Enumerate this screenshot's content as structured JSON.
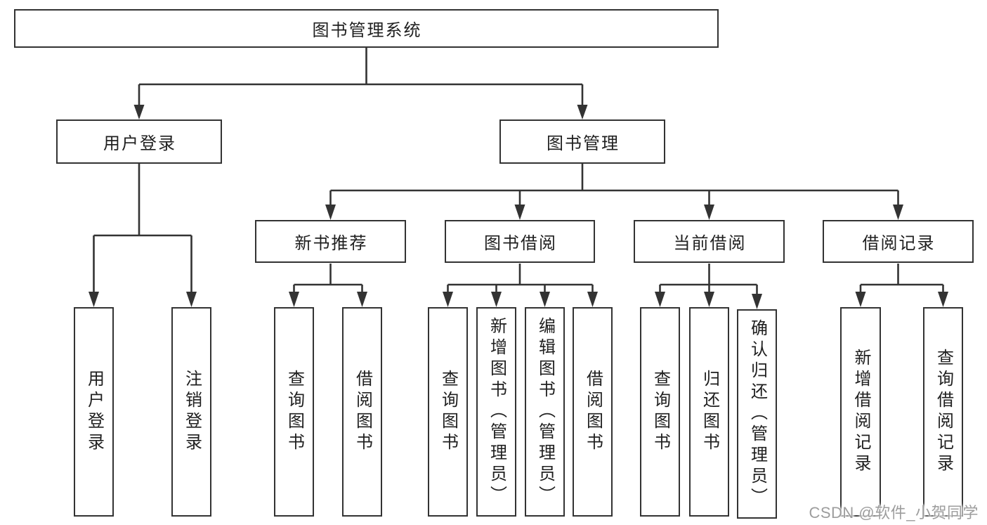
{
  "diagram": {
    "root": {
      "label": "图书管理系统"
    },
    "branches": [
      {
        "label": "用户登录",
        "children": [
          {
            "label": "用户登录"
          },
          {
            "label": "注销登录"
          }
        ]
      },
      {
        "label": "图书管理",
        "children": [
          {
            "label": "新书推荐",
            "children": [
              {
                "label": "查询图书"
              },
              {
                "label": "借阅图书"
              }
            ]
          },
          {
            "label": "图书借阅",
            "children": [
              {
                "label": "查询图书"
              },
              {
                "label": "新增图书（管理员）"
              },
              {
                "label": "编辑图书（管理员）"
              },
              {
                "label": "借阅图书"
              }
            ]
          },
          {
            "label": "当前借阅",
            "children": [
              {
                "label": "查询图书"
              },
              {
                "label": "归还图书"
              },
              {
                "label": "确认归还（管理员）"
              }
            ]
          },
          {
            "label": "借阅记录",
            "children": [
              {
                "label": "新增借阅记录"
              },
              {
                "label": "查询借阅记录"
              }
            ]
          }
        ]
      }
    ]
  },
  "watermark": {
    "text": "CSDN @软件_小贺同学"
  },
  "colors": {
    "line": "#333333",
    "text": "#1f1f1f",
    "background": "#ffffff",
    "watermark": "#9d9d9d"
  }
}
